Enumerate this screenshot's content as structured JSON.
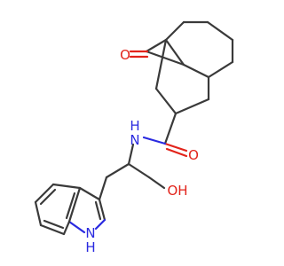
{
  "molecule": {
    "colors": {
      "carbon_bond": "#3a3a3a",
      "oxygen": "#e2231a",
      "nitrogen": "#2a2ae0"
    },
    "atoms": {
      "ketone_o": "O",
      "amide_o": "O",
      "amide_n": "N",
      "amide_h": "H",
      "hydroxyl": "OH",
      "indole_n": "N",
      "indole_h": "H"
    }
  }
}
